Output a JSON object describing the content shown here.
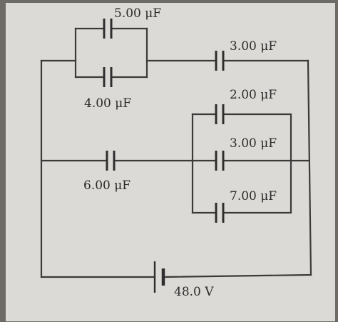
{
  "circuit": {
    "capacitors": {
      "c5": {
        "label": "5.00 μF"
      },
      "c4": {
        "label": "4.00 μF"
      },
      "c3_top": {
        "label": "3.00 μF"
      },
      "c2": {
        "label": "2.00 μF"
      },
      "c3_mid": {
        "label": "3.00 μF"
      },
      "c6": {
        "label": "6.00 μF"
      },
      "c7": {
        "label": "7.00 μF"
      }
    },
    "battery": {
      "label": "48.0 V"
    }
  }
}
